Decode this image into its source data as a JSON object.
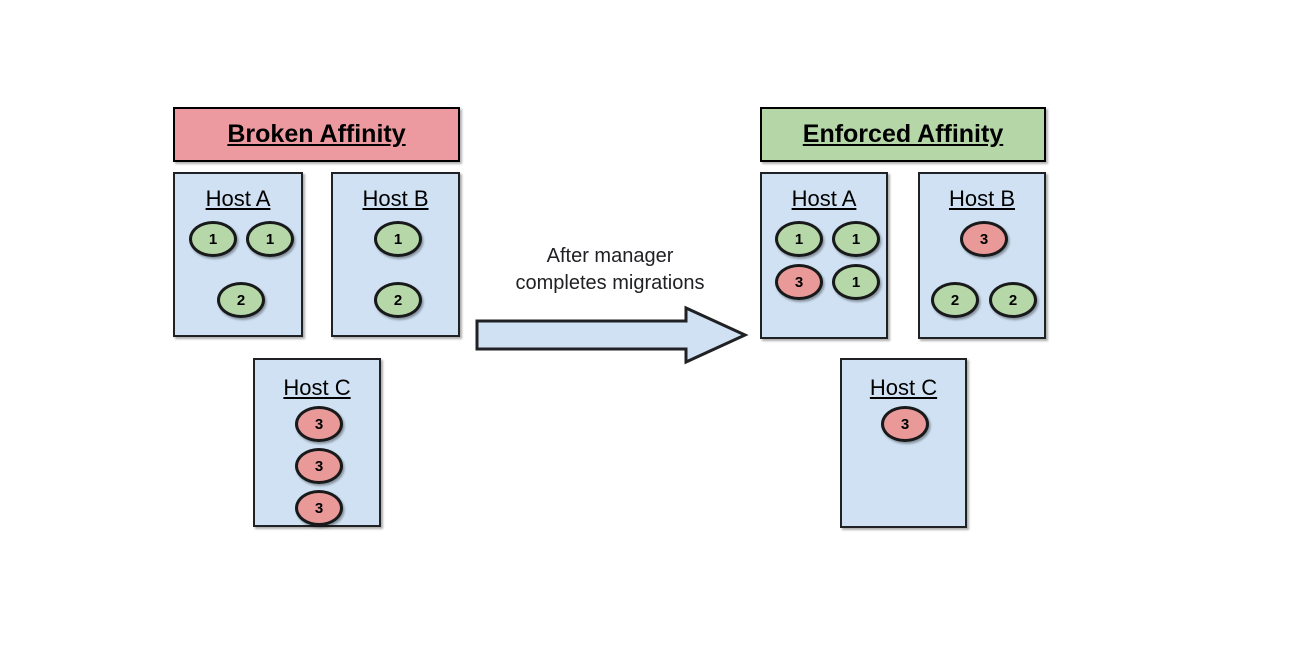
{
  "diagram": {
    "title_left": "Broken Affinity",
    "title_right": "Enforced Affinity",
    "caption_line1": "After manager",
    "caption_line2": "completes migrations",
    "colors": {
      "banner_broken": "#ec9a9f",
      "banner_enforced": "#b5d6a7",
      "host_fill": "#cfe1f3",
      "vm_green": "#b6d7a8",
      "vm_red": "#ea9999",
      "arrow_fill": "#cfe1f3",
      "outline": "#202124"
    },
    "left": {
      "banner": "Broken Affinity",
      "hosts": [
        {
          "name": "Host A",
          "vms": [
            {
              "label": "1",
              "color": "green"
            },
            {
              "label": "1",
              "color": "green"
            },
            {
              "label": "2",
              "color": "green"
            }
          ]
        },
        {
          "name": "Host B",
          "vms": [
            {
              "label": "1",
              "color": "green"
            },
            {
              "label": "2",
              "color": "green"
            }
          ]
        },
        {
          "name": "Host C",
          "vms": [
            {
              "label": "3",
              "color": "red"
            },
            {
              "label": "3",
              "color": "red"
            },
            {
              "label": "3",
              "color": "red"
            }
          ]
        }
      ]
    },
    "right": {
      "banner": "Enforced Affinity",
      "hosts": [
        {
          "name": "Host A",
          "vms": [
            {
              "label": "1",
              "color": "green"
            },
            {
              "label": "1",
              "color": "green"
            },
            {
              "label": "3",
              "color": "red"
            },
            {
              "label": "1",
              "color": "green"
            }
          ]
        },
        {
          "name": "Host B",
          "vms": [
            {
              "label": "3",
              "color": "red"
            },
            {
              "label": "2",
              "color": "green"
            },
            {
              "label": "2",
              "color": "green"
            }
          ]
        },
        {
          "name": "Host C",
          "vms": [
            {
              "label": "3",
              "color": "red"
            }
          ]
        }
      ]
    }
  }
}
